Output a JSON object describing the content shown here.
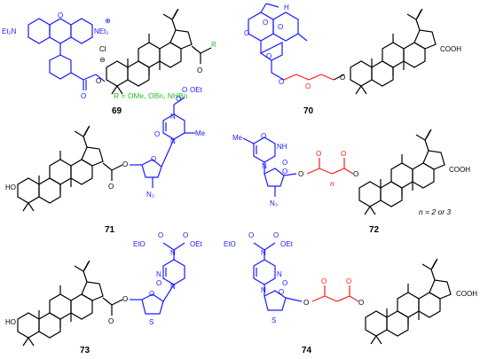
{
  "colors": {
    "black": "#000000",
    "blue": "#1a1aff",
    "red": "#ff1a1a",
    "green": "#22c422"
  },
  "compounds": {
    "c69": {
      "number": "69",
      "rhodamine_n_left": "Et₂N",
      "rhodamine_n_right": "NEt₂",
      "charge_plus": "⊕",
      "counterion_cl": "Cl",
      "counterion_minus": "⊖",
      "o_ring": "O",
      "o_ester": "O",
      "o_carbonyl": "O",
      "r_group": "R",
      "r_definition": "R = OMe, OBn, NHBn"
    },
    "c70": {
      "number": "70",
      "cooh": "COOH",
      "o_atoms": [
        "O",
        "O",
        "O",
        "O",
        "O",
        "O",
        "O"
      ],
      "h": "H"
    },
    "c71": {
      "number": "71",
      "ho": "HO",
      "n3": "N₃",
      "oet": "OEt",
      "me": "Me",
      "n_atoms": [
        "N",
        "N"
      ],
      "o_atoms": [
        "O",
        "O",
        "O",
        "O",
        "O",
        "O"
      ]
    },
    "c72": {
      "number": "72",
      "cooh": "COOH",
      "n3": "N₃",
      "me": "Me",
      "n_atoms": [
        "N",
        "NH"
      ],
      "o_atoms": [
        "O",
        "O",
        "O",
        "O",
        "O",
        "O",
        "O"
      ],
      "n_sub": "n",
      "n_note": "n = 2 or 3"
    },
    "c73": {
      "number": "73",
      "ho": "HO",
      "eto": "EtO",
      "oet": "OEt",
      "s": "S",
      "n_atoms": [
        "N",
        "N",
        "N"
      ],
      "o_atoms": [
        "O",
        "O",
        "O",
        "O",
        "O",
        "O",
        "O"
      ]
    },
    "c74": {
      "number": "74",
      "cooh": "COOH",
      "eto": "EtO",
      "oet": "OEt",
      "s": "S",
      "n_atoms": [
        "N",
        "N",
        "N"
      ],
      "o_atoms": [
        "O",
        "O",
        "O",
        "O",
        "O",
        "O",
        "O",
        "O",
        "O"
      ]
    }
  }
}
